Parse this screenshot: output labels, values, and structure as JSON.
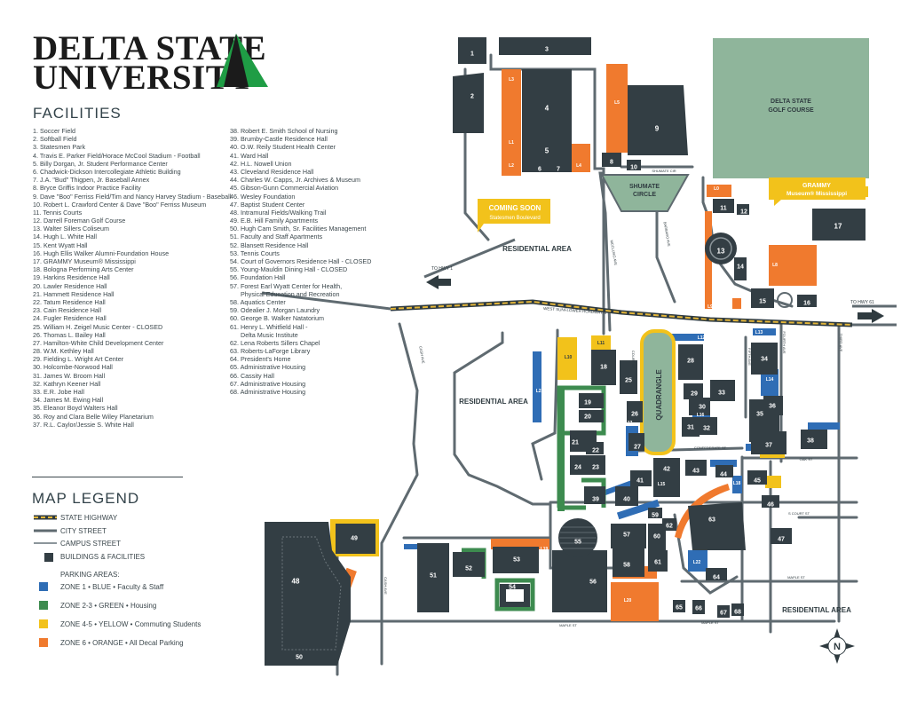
{
  "logo": {
    "line1": "DELTA STATE",
    "line2": "UNIVERSITY"
  },
  "facilities": {
    "title": "FACILITIES",
    "items": [
      "1. Soccer Field",
      "2. Softball Field",
      "3. Statesmen Park",
      "4. Travis E. Parker Field/Horace McCool Stadium - Football",
      "5. Billy Dorgan, Jr. Student Performance Center",
      "6. Chadwick-Dickson Intercollegiate Athletic Building",
      "7. J.A. \"Bud\" Thigpen, Jr. Baseball Annex",
      "8. Bryce Griffis Indoor Practice Facility",
      "9. Dave \"Boo\" Ferriss Field/Tim and Nancy Harvey Stadium - Baseball",
      "10. Robert L. Crawford Center & Dave \"Boo\" Ferriss Museum",
      "11. Tennis Courts",
      "12. Darrell Foreman Golf Course",
      "13. Walter Sillers Coliseum",
      "14. Hugh L. White Hall",
      "15. Kent Wyatt Hall",
      "16. Hugh Ellis Walker Alumni-Foundation House",
      "17. GRAMMY Museum® Mississippi",
      "18. Bologna Performing Arts Center",
      "19. Harkins Residence Hall",
      "20. Lawler Residence Hall",
      "21. Hammett Residence Hall",
      "22. Tatum Residence Hall",
      "23. Cain Residence Hall",
      "24. Fugler Residence Hall",
      "25. William H. Zeigel Music Center - CLOSED",
      "26. Thomas L. Bailey Hall",
      "27. Hamilton-White Child Development Center",
      "28. W.M. Kethley Hall",
      "29. Fielding L. Wright Art Center",
      "30. Holcombe-Norwood Hall",
      "31. James W. Broom Hall",
      "32. Kathryn Keener Hall",
      "33. E.R. Jobe Hall",
      "34. James M. Ewing Hall",
      "35. Eleanor Boyd Walters Hall",
      "36. Roy and Clara Belle Wiley Planetarium",
      "37. R.L. Caylor/Jessie S. White Hall",
      "38. Robert E. Smith School of Nursing",
      "39. Brumby-Castle Residence Hall",
      "40. O.W. Reily Student Health Center",
      "41. Ward Hall",
      "42. H.L. Nowell Union",
      "43. Cleveland Residence Hall",
      "44. Charles W. Capps, Jr. Archives & Museum",
      "45. Gibson-Gunn Commercial Aviation",
      "46. Wesley Foundation",
      "47. Baptist Student Center",
      "48. Intramural Fields/Walking Trail",
      "49. E.B. Hill Family Apartments",
      "50. Hugh Cam Smith, Sr. Facilities Management",
      "51. Faculty and Staff Apartments",
      "52. Blansett Residence Hall",
      "53. Tennis Courts",
      "54. Court of Governors Residence Hall - CLOSED",
      "55. Young-Mauldin Dining Hall - CLOSED",
      "56. Foundation Hall",
      "57. Forest Earl Wyatt Center for Health,",
      "Physical Education and Recreation",
      "58. Aquatics Center",
      "59. Odealier J. Morgan Laundry",
      "60. George B. Walker Natatorium",
      "61. Henry L. Whitfield Hall -",
      "Delta Music Institute",
      "62. Lena Roberts Sillers Chapel",
      "63. Roberts-LaForge Library",
      "64. President's Home",
      "65. Administrative Housing",
      "66. Cassity Hall",
      "67. Administrative Housing",
      "68. Administrative Housing"
    ]
  },
  "legend": {
    "title": "MAP LEGEND",
    "lines": [
      {
        "label": "STATE HIGHWAY"
      },
      {
        "label": "CITY STREET"
      },
      {
        "label": "CAMPUS STREET"
      },
      {
        "label": "BUILDINGS & FACILITIES"
      }
    ],
    "parking_heading": "PARKING AREAS:",
    "zones": [
      {
        "label": "ZONE 1 • BLUE • Faculty & Staff",
        "color": "#2f6db5"
      },
      {
        "label": "ZONE 2-3 • GREEN • Housing",
        "color": "#3d8b4f"
      },
      {
        "label": "ZONE 4-5 • YELLOW • Commuting Students",
        "color": "#f2c21b"
      },
      {
        "label": "ZONE 6 • ORANGE • All Decal Parking",
        "color": "#f07a2e"
      }
    ]
  },
  "colors": {
    "building": "#333e44",
    "green_zone": "#3d8b4f",
    "blue_zone": "#2f6db5",
    "yellow_zone": "#f2c21b",
    "orange_zone": "#f07a2e",
    "golf": "#8fb59b",
    "street": "#5f6a70",
    "highway_fill": "#e2b53a",
    "brand_green": "#1f9d45"
  },
  "map": {
    "golf_course": [
      "DELTA STATE",
      "GOLF COURSE"
    ],
    "coming_soon": {
      "title": "COMING SOON",
      "sub": "Statesmen Boulevard"
    },
    "grammy": {
      "title": "GRAMMY",
      "sub": "Museum® Mississippi"
    },
    "shumate": [
      "SHUMATE",
      "CIRCLE"
    ],
    "residential": [
      "RESIDENTIAL AREA",
      "RESIDENTIAL AREA",
      "RESIDENTIAL AREA"
    ],
    "quadrangle": "QUADRANGLE",
    "to_hwy1": "TO HWY 1",
    "to_hwy61": "TO HWY 61",
    "highway_name": "WEST SUNFLOWER ROADWAY, 8",
    "streets": [
      "SHUMATE CIR",
      "MCCLUNG AVE",
      "BARBARO AVE",
      "CASH AVE",
      "COURT ST",
      "CONFEDERATE ST",
      "FOURTH AVE",
      "FIFTH AVE",
      "THIRD AVE",
      "OAK ST",
      "S COURT ST",
      "MAPLE ST",
      "MAPLE ST",
      "MAPLE ST",
      "CASH AVE"
    ],
    "lots": [
      "L0",
      "L1",
      "L2",
      "L3",
      "L4",
      "L5",
      "L7",
      "L8",
      "L9",
      "L10",
      "L11",
      "L12",
      "L13",
      "L14",
      "L15",
      "L16",
      "L17",
      "L18",
      "L19",
      "L20",
      "L21",
      "L22"
    ],
    "compass": "N",
    "buildings": [
      "1",
      "2",
      "3",
      "4",
      "5",
      "6",
      "7",
      "8",
      "9",
      "10",
      "11",
      "12",
      "13",
      "14",
      "15",
      "16",
      "17",
      "18",
      "19",
      "20",
      "21",
      "22",
      "23",
      "24",
      "25",
      "26",
      "27",
      "28",
      "29",
      "30",
      "31",
      "32",
      "33",
      "34",
      "35",
      "36",
      "37",
      "38",
      "39",
      "40",
      "41",
      "42",
      "43",
      "44",
      "45",
      "46",
      "47",
      "48",
      "49",
      "50",
      "51",
      "52",
      "53",
      "54",
      "55",
      "56",
      "57",
      "58",
      "59",
      "60",
      "61",
      "62",
      "63",
      "64",
      "65",
      "66",
      "67",
      "68"
    ]
  }
}
